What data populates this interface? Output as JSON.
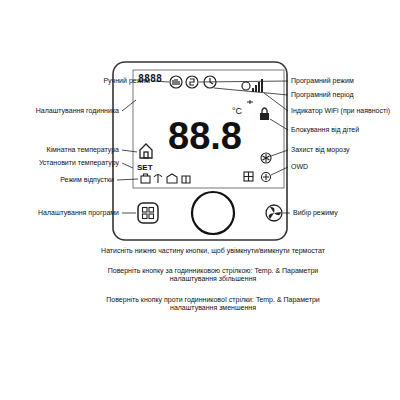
{
  "diagram": {
    "labels": [
      "Ручний режим",
      "Налаштування годинника",
      "Кімнатна температура",
      "Установити температуру",
      "Режим відпустки",
      "Налаштування програми",
      "Програмний режим",
      "Програмний період",
      "Індикатор WiFi (при наявності)",
      "Блокування від дітей",
      "Захист від морозу",
      "OWD",
      "Вибір режиму",
      "Натисніть нижню частину кнопки, щоб увімкнути/вимкнути термостат",
      "Поверніть кнопку за годинниковою стрілкою: Temp. & Параметри налаштування збільшення",
      "Поверніть кнопку проти годинникової стрілки: Temp. & Параметри налаштування зменшення",
      "8888",
      "SET",
      "88.8",
      "°C"
    ]
  }
}
